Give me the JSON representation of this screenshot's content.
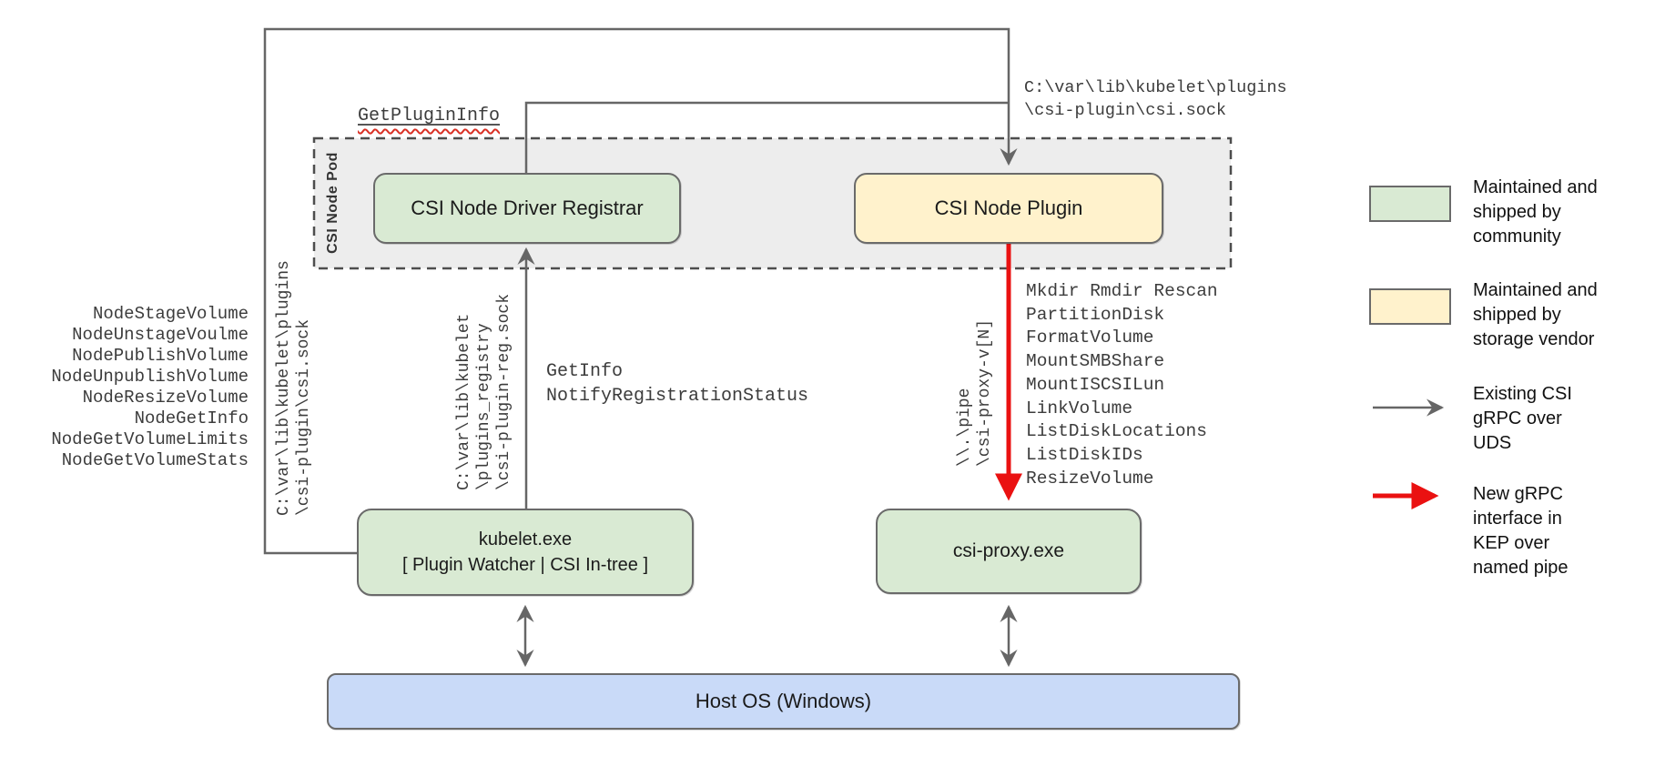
{
  "pod": {
    "label": "CSI Node Pod"
  },
  "nodes": {
    "registrar": {
      "label": "CSI Node Driver Registrar"
    },
    "plugin": {
      "label": "CSI Node Plugin"
    },
    "kubelet": {
      "lines": [
        "kubelet.exe",
        "[ Plugin Watcher | CSI In-tree ]"
      ]
    },
    "csi_proxy": {
      "label": "csi-proxy.exe"
    },
    "host_os": {
      "label": "Host OS (Windows)"
    }
  },
  "edge_labels": {
    "get_plugin_info": "GetPluginInfo",
    "csi_sock_top": [
      "C:\\var\\lib\\kubelet\\plugins",
      "\\csi-plugin\\csi.sock"
    ],
    "csi_sock_vertical": [
      "C:\\var\\lib\\kubelet\\plugins",
      "\\csi-plugin\\csi.sock"
    ],
    "plugins_registry_vertical": [
      "C:\\var\\lib\\kubelet",
      "\\plugins_registry",
      "\\csi-plugin-reg.sock"
    ],
    "named_pipe_vertical": [
      "\\\\.\\pipe",
      "\\csi-proxy-v[N]"
    ],
    "registration_calls": [
      "GetInfo",
      "NotifyRegistrationStatus"
    ]
  },
  "csi_node_methods": [
    "NodeStageVolume",
    "NodeUnstageVoulme",
    "NodePublishVolume",
    "NodeUnpublishVolume",
    "NodeResizeVolume",
    "NodeGetInfo",
    "NodeGetVolumeLimits",
    "NodeGetVolumeStats"
  ],
  "csi_proxy_methods": [
    "Mkdir Rmdir Rescan",
    "PartitionDisk",
    "FormatVolume",
    "MountSMBShare",
    "MountISCSILun",
    "LinkVolume",
    "ListDiskLocations",
    "ListDiskIDs",
    "ResizeVolume"
  ],
  "legend": {
    "items": [
      {
        "type": "swatch",
        "color": "#d9ead3",
        "lines": [
          "Maintained and",
          "shipped by",
          "community"
        ]
      },
      {
        "type": "swatch",
        "color": "#fff2cc",
        "lines": [
          "Maintained and",
          "shipped by",
          "storage vendor"
        ]
      },
      {
        "type": "arrow",
        "color": "#666666",
        "lines": [
          "Existing CSI",
          "gRPC over",
          "UDS"
        ]
      },
      {
        "type": "arrow",
        "color": "#ea1111",
        "lines": [
          "New gRPC",
          "interface in",
          "KEP over",
          "named pipe"
        ]
      }
    ]
  },
  "colors": {
    "community_green": "#d9ead3",
    "vendor_yellow": "#fff2cc",
    "host_blue": "#c9daf8",
    "pod_gray": "#ededed",
    "line_gray": "#666666",
    "new_interface_red": "#ea1111",
    "squiggle_red": "#d93025"
  }
}
